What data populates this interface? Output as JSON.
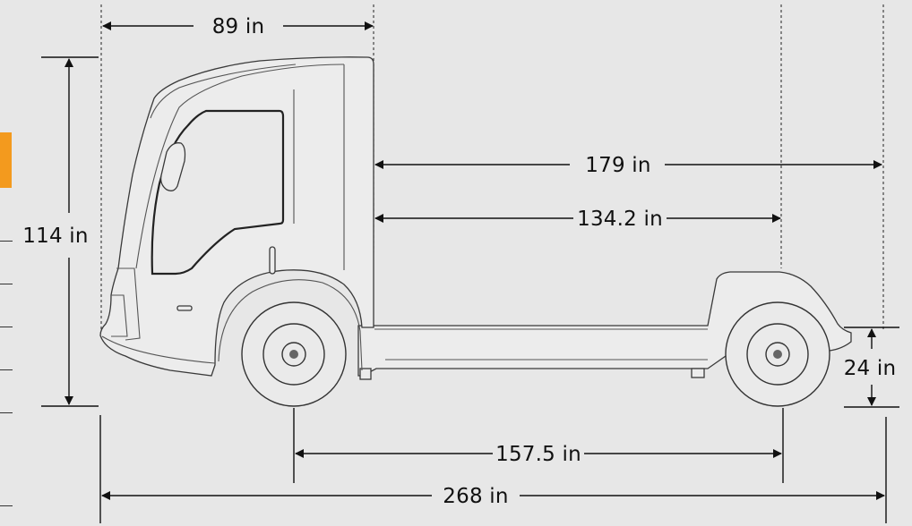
{
  "accent_color": "#f39a1e",
  "dimensions": {
    "cab_length": "89 in",
    "overall_height": "114 in",
    "cab_to_end": "179 in",
    "cab_to_rear_axle": "134.2 in",
    "frame_height": "24 in",
    "wheelbase": "157.5 in",
    "overall_length": "268 in"
  }
}
